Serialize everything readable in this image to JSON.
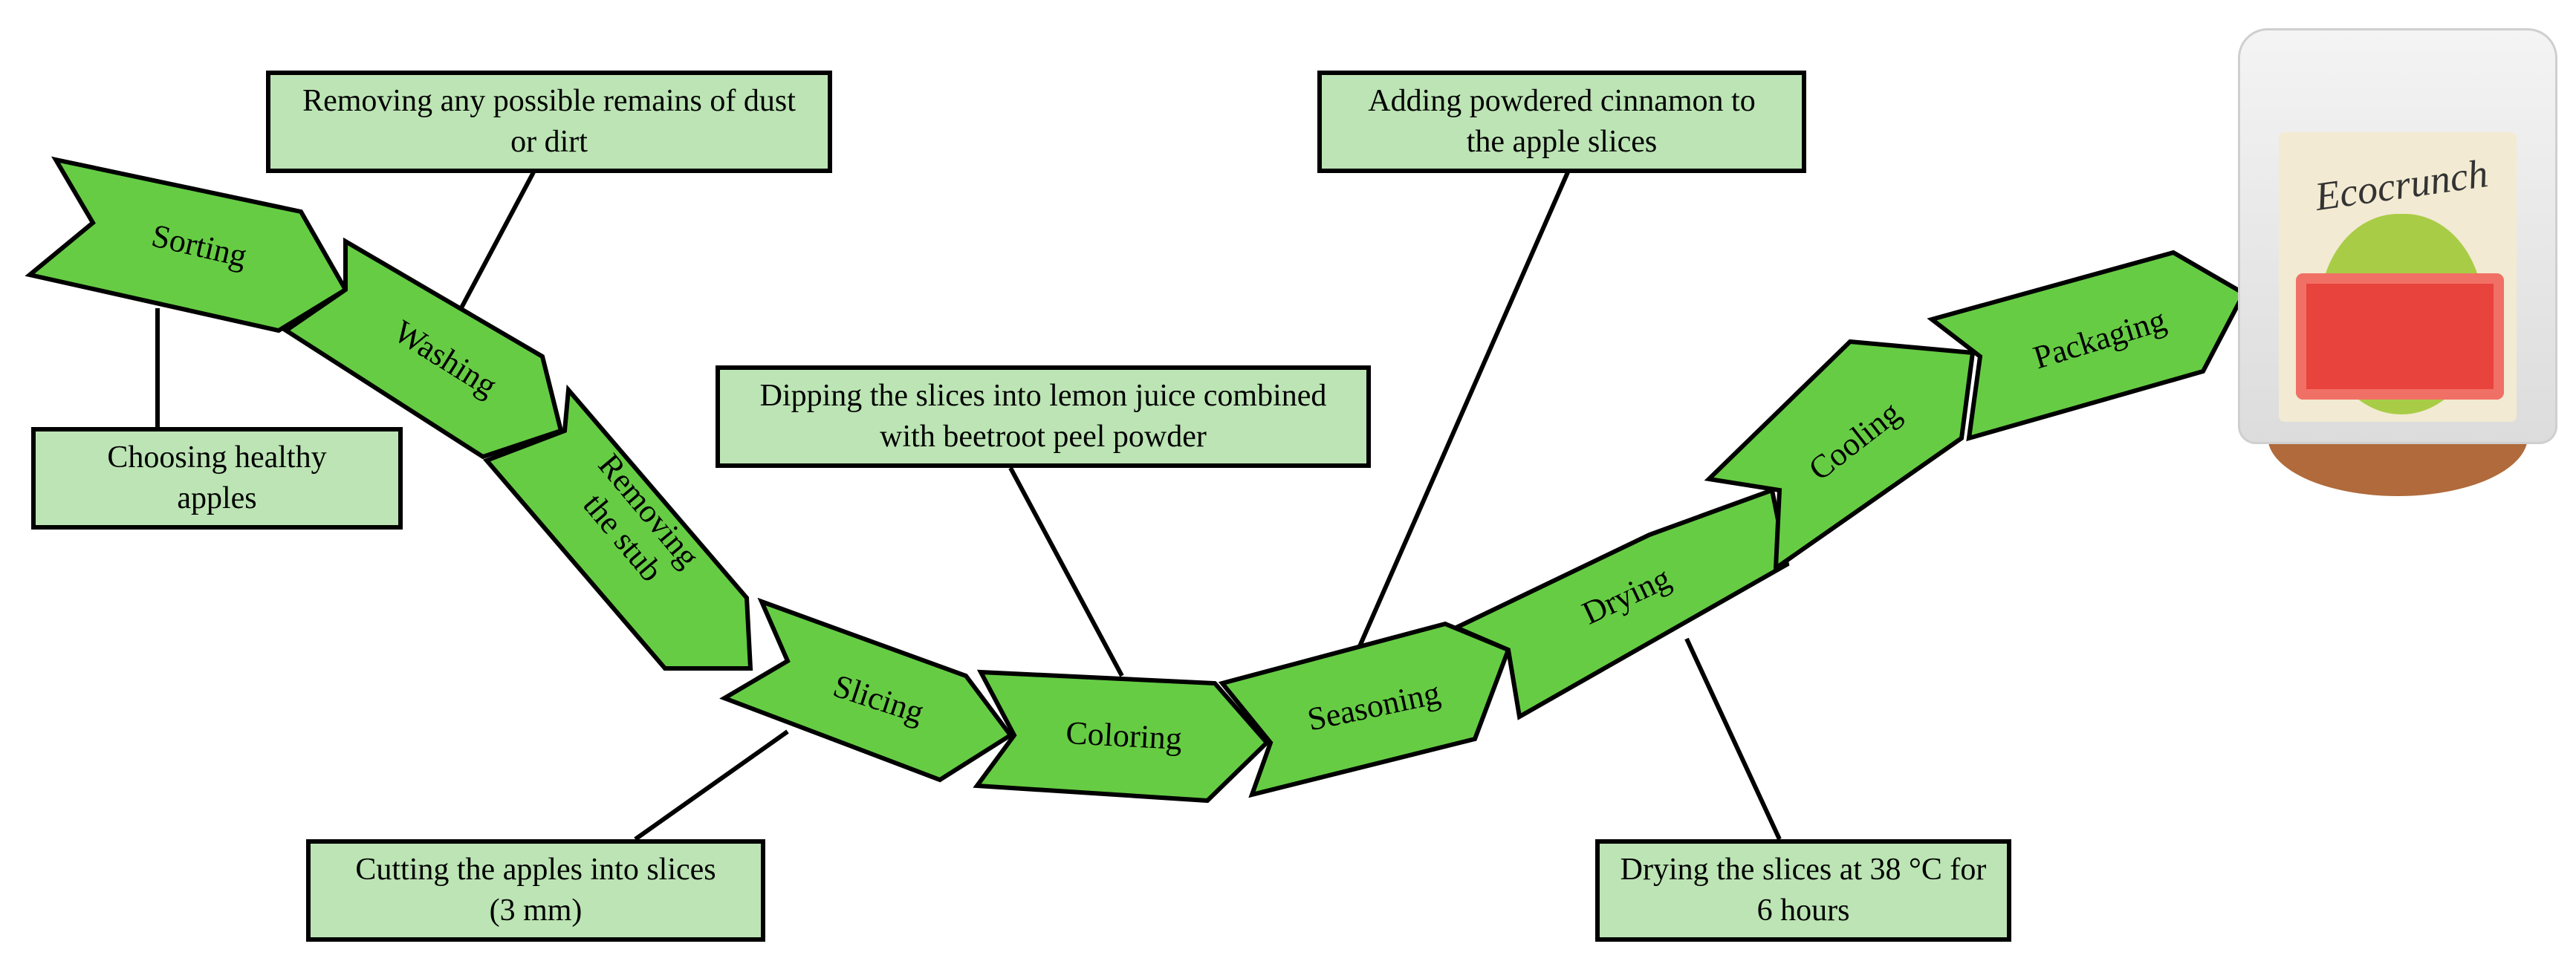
{
  "steps": [
    "Sorting",
    "Washing",
    [
      "Removing",
      "the stub"
    ],
    "Slicing",
    "Coloring",
    "Seasoning",
    "Drying",
    "Cooling",
    "Packaging"
  ],
  "notes": {
    "choosing": "Choosing healthy apples",
    "removing_dirt": "Removing any possible remains of dust or dirt",
    "cutting": "Cutting the apples into slices (3 mm)",
    "dipping": "Dipping the slices into lemon juice combined with beetroot peel powder",
    "adding_cinnamon": "Adding powdered cinnamon to the apple slices",
    "drying_temp": "Drying the slices at 38 °C for 6 hours"
  },
  "product": {
    "brand": "Ecocrunch"
  },
  "colors": {
    "chevron_fill": "#66cc44",
    "note_fill": "#bce4b4",
    "outline": "#000000"
  }
}
